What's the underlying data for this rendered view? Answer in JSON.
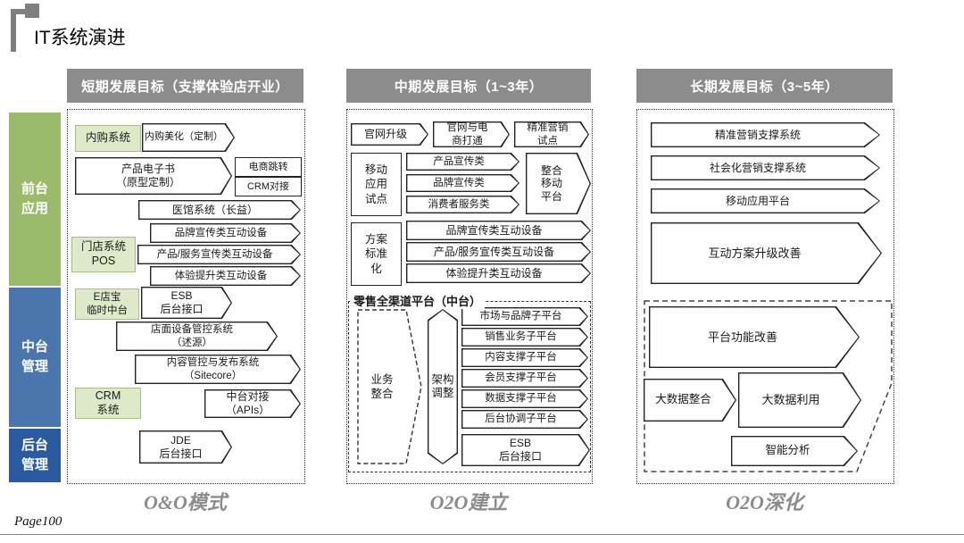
{
  "title": "IT系统演进",
  "page_number": "Page100",
  "colors": {
    "header_bg": "#8c8c8c",
    "front_green": "#9bba6b",
    "mid_blue": "#4a76ad",
    "back_blue": "#2c5a9e",
    "green_box_fill": "#dde9c9",
    "footer_text": "#8c8c8c"
  },
  "sidebar": [
    {
      "label": "前台\n应用"
    },
    {
      "label": "中台\n管理"
    },
    {
      "label": "后台\n管理"
    }
  ],
  "short_term": {
    "header": "短期发展目标（支撑体验店开业）",
    "footer": "O&O模式",
    "neigou_system": "内购系统",
    "neigou_beautify": "内购美化（定制）",
    "product_ebook": "产品电子书\n（原型定制）",
    "ecom_jump": "电商跳转",
    "crm_link": "CRM对接",
    "clinic_system": "医馆系统（长益）",
    "store_pos": "门店系统\nPOS",
    "brand_devices": "品牌宣传类互动设备",
    "product_devices": "产品/服务宣传类互动设备",
    "experience_devices": "体验提升类互动设备",
    "edianbao": "E店宝\n临时中台",
    "esb_api": "ESB\n后台接口",
    "store_device_ctrl": "店面设备管控系统\n（述源）",
    "content_publish": "内容管控与发布系统\n（Sitecore）",
    "crm_system": "CRM\n系统",
    "mid_api": "中台对接\n（APIs）",
    "jde_api": "JDE\n后台接口"
  },
  "mid_term": {
    "header": "中期发展目标（1~3年）",
    "footer": "O2O建立",
    "website_upgrade": "官网升级",
    "website_ecom": "官网与电\n商打通",
    "precision_pilot": "精准营销\n试点",
    "mobile_pilot": "移动\n应用\n试点",
    "product_promo": "产品宣传类",
    "brand_promo": "品牌宣传类",
    "consumer_service": "消费者服务类",
    "integrated_mobile": "整合\n移动\n平台",
    "plan_standard": "方案\n标准\n化",
    "brand_devices": "品牌宣传类互动设备",
    "product_devices": "产品/服务宣传类互动设备",
    "experience_devices": "体验提升类互动设备",
    "omni_label": "零售全渠道平台（中台）",
    "biz_integration": "业务\n整合",
    "arch_adjust": "架构\n调整",
    "sub_platforms": [
      "市场与品牌子平台",
      "销售业务子平台",
      "内容支撑子平台",
      "会员支撑子平台",
      "数据支撑子平台",
      "后台协调子平台"
    ],
    "esb_api": "ESB\n后台接口"
  },
  "long_term": {
    "header": "长期发展目标（3~5年）",
    "footer": "O2O深化",
    "precision_support": "精准营销支撑系统",
    "social_marketing": "社会化营销支撑系统",
    "mobile_platform": "移动应用平台",
    "interaction_upgrade": "互动方案升级改善",
    "platform_improve": "平台功能改善",
    "bigdata_integration": "大数据整合",
    "bigdata_usage": "大数据利用",
    "smart_analysis": "智能分析"
  }
}
